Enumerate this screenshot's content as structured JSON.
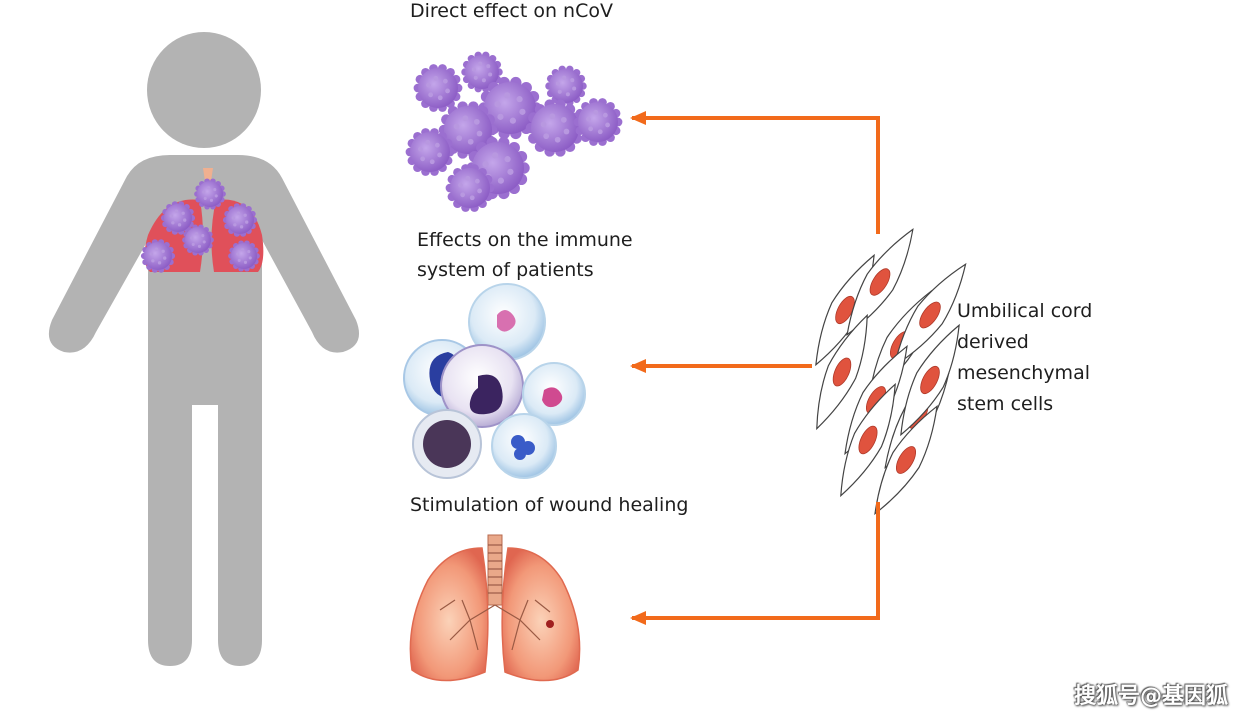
{
  "labels": {
    "direct_effect": "Direct effect on nCoV",
    "immune_line1": "Effects on the immune",
    "immune_line2": "system of patients",
    "wound_healing": "Stimulation of wound healing",
    "msc_line1": "Umbilical cord",
    "msc_line2": "derived",
    "msc_line3": "mesenchymal",
    "msc_line4": "stem cells"
  },
  "watermark": "搜狐号@基因狐",
  "colors": {
    "arrow": "#f26a1b",
    "body": "#b3b3b3",
    "virus": "#9b6fd0",
    "lung": "#e8806a",
    "cell_nucleus": "#e0533e"
  },
  "icons": {
    "person": "human-silhouette-icon",
    "virus": "coronavirus-cluster-icon",
    "immune": "immune-cells-icon",
    "lungs": "lungs-icon",
    "stem_cells": "mesenchymal-stem-cells-icon"
  }
}
